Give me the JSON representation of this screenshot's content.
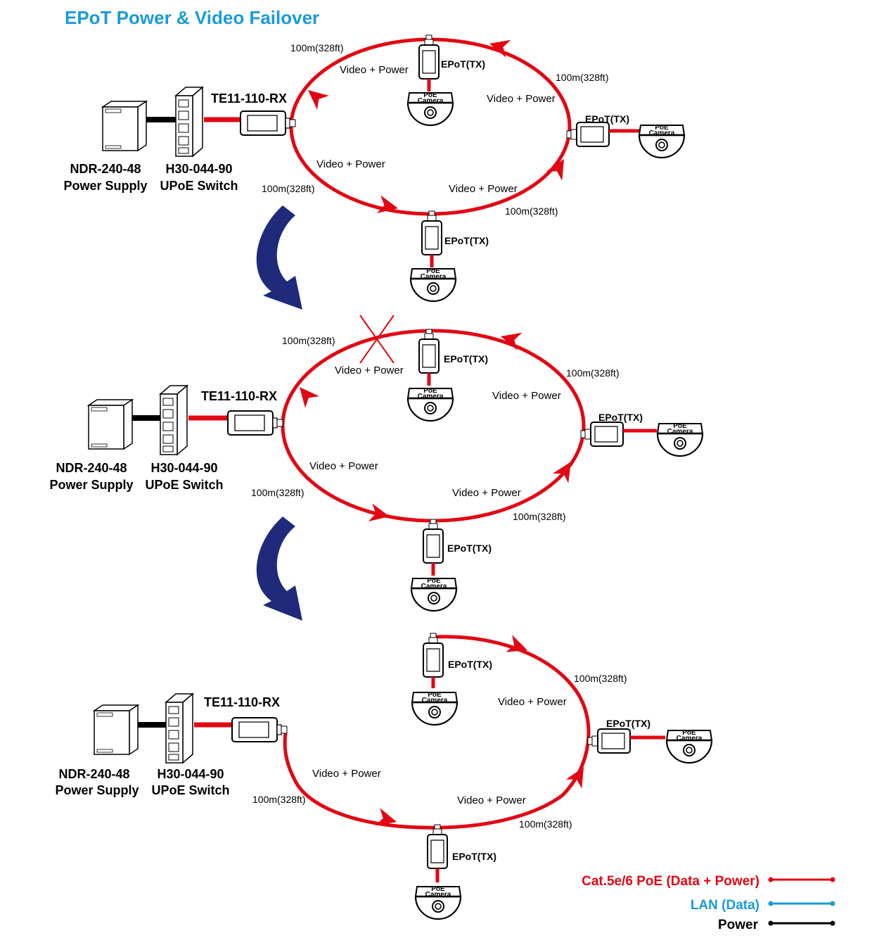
{
  "title": "EPoT Power & Video Failover",
  "labels": {
    "rx": "TE11-110-RX",
    "tx": "EPoT(TX)",
    "switch_model": "H30-044-90",
    "switch_desc": "UPoE Switch",
    "psu_model": "NDR-240-48",
    "psu_desc": "Power Supply",
    "distance": "100m(328ft)",
    "link": "Video + Power",
    "camera_line1": "PoE",
    "camera_line2": "Camera"
  },
  "legend": [
    {
      "label": "Cat.5e/6 PoE (Data + Power)",
      "color": "#e30613"
    },
    {
      "label": "LAN (Data)",
      "color": "#1a9ad9"
    },
    {
      "label": "Power",
      "color": "#000000"
    }
  ],
  "colors": {
    "cable": "#e30613",
    "arrow": "#1f2a7a",
    "title": "#1a9ad9"
  }
}
